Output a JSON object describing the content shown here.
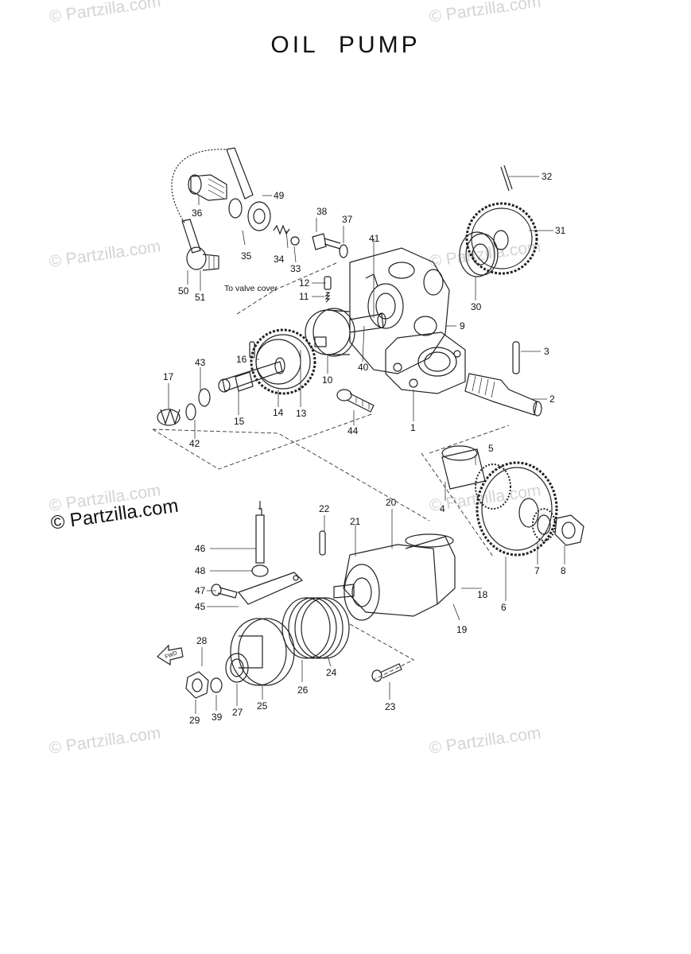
{
  "title": "OIL  PUMP",
  "watermark": "© Partzilla.com",
  "watermark_main": "© Partzilla.com",
  "note_valve_cover": "To valve cover",
  "fwd_label": "FWD",
  "callouts": [
    "1",
    "2",
    "3",
    "4",
    "5",
    "6",
    "7",
    "8",
    "9",
    "10",
    "11",
    "12",
    "13",
    "14",
    "15",
    "16",
    "17",
    "18",
    "19",
    "20",
    "21",
    "22",
    "23",
    "24",
    "25",
    "26",
    "27",
    "28",
    "29",
    "30",
    "31",
    "32",
    "33",
    "34",
    "35",
    "36",
    "37",
    "38",
    "39",
    "40",
    "41",
    "42",
    "43",
    "44",
    "45",
    "46",
    "47",
    "48",
    "49",
    "50",
    "51"
  ]
}
